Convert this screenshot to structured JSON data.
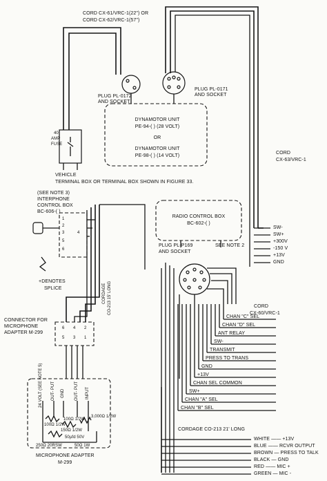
{
  "cords": {
    "top_line1": "CORD CX-61/VRC-1(22\") OR",
    "top_line2": "CORD CX-62/VRC-1(57\")",
    "cx63_line1": "CORD",
    "cx63_line2": "CX-63/VRC-1",
    "cx60_line1": "CORD",
    "cx60_line2": "CX-60/VRC-1",
    "cordage_co213_21": "CORDAGE CO-213 21' LONG",
    "cordage_co213_15_line1": "CORDAGE",
    "cordage_co213_15_line2": "CO-213 15' LONG"
  },
  "plugs": {
    "pl0172_line1": "PLUG PL-0172",
    "pl0172_line2": "AND SOCKET",
    "pl0171_line1": "PLUG PL-0171",
    "pl0171_line2": "AND SOCKET",
    "pl169_line1": "PLUG PL-P169",
    "pl169_line2": "AND SOCKET",
    "see_note2": "SEE NOTE 2"
  },
  "dynamotor": {
    "line1": "DYNAMOTOR UNIT",
    "line2": "PE-94-( )  (28 VOLT)",
    "line3": "OR",
    "line4": "DYNAMOTOR UNIT",
    "line5": "PE-98-( )  (14 VOLT)"
  },
  "fuse": {
    "line1": "40",
    "line2": "AMP",
    "line3": "FUSE"
  },
  "vehicle": {
    "line1": "VEHICLE",
    "line2": "TERMINAL BOX OR TERMINAL BOX SHOWN IN FIGURE 33."
  },
  "interphone": {
    "line1": "(SEE NOTE 3)",
    "line2": "INTERPHONE",
    "line3": "CONTROL BOX",
    "line4": "BC-606-( )",
    "terms": [
      "1",
      "2",
      "3",
      "4",
      "5",
      "6"
    ]
  },
  "splice_note": {
    "line1": "+DENOTES",
    "line2": "SPLICE"
  },
  "radio_control_box": {
    "line1": "RADIO CONTROL BOX",
    "line2": "BC-602-( )"
  },
  "cx63_leads": [
    "SW-",
    "SW+",
    "+300V",
    "-150 V",
    "+13V",
    "GND"
  ],
  "cx60_leads": [
    "CHAN \"C\" SEL",
    "CHAN \"D\" SEL",
    "ANT RELAY",
    "SW-",
    "TRANSMIT",
    "PRESS TO TRANS",
    "GND",
    "+13V",
    "CHAN SEL COMMON",
    "SW+",
    "CHAN \"A\" SEL",
    "CHAN \"B\" SEL"
  ],
  "connector_adapter": {
    "line1": "CONNECTOR FOR",
    "line2": "MICROPHONE",
    "line3": "ADAPTER M-299",
    "pins_top": [
      "6",
      "4",
      "2"
    ],
    "pins_bottom": [
      "5",
      "3",
      "1"
    ]
  },
  "mic_adapter": {
    "col_labels": [
      "24 VOLT (SEE NOTE 5)",
      "OUT- PUT",
      "GND",
      "OUT- PUT",
      "INPUT"
    ],
    "r1": "100Ω 1/2W",
    "r2": "100Ω 1/2W",
    "r3": "150Ω 1/2W",
    "r4": "3,000Ω 1/2W",
    "cap": "50µfd 50V",
    "r5": "250Ω 20RSW",
    "r6": "50Ω 1W",
    "title_line1": "MICROPHONE ADAPTER",
    "title_line2": "M-299"
  },
  "co213_leads": [
    "WHITE —— +13V",
    "BLUE —— RCVR OUTPUT",
    "BROWN — PRESS TO TALK",
    "BLACK — GND",
    "RED —— MIC +",
    "GREEN — MIC -"
  ]
}
